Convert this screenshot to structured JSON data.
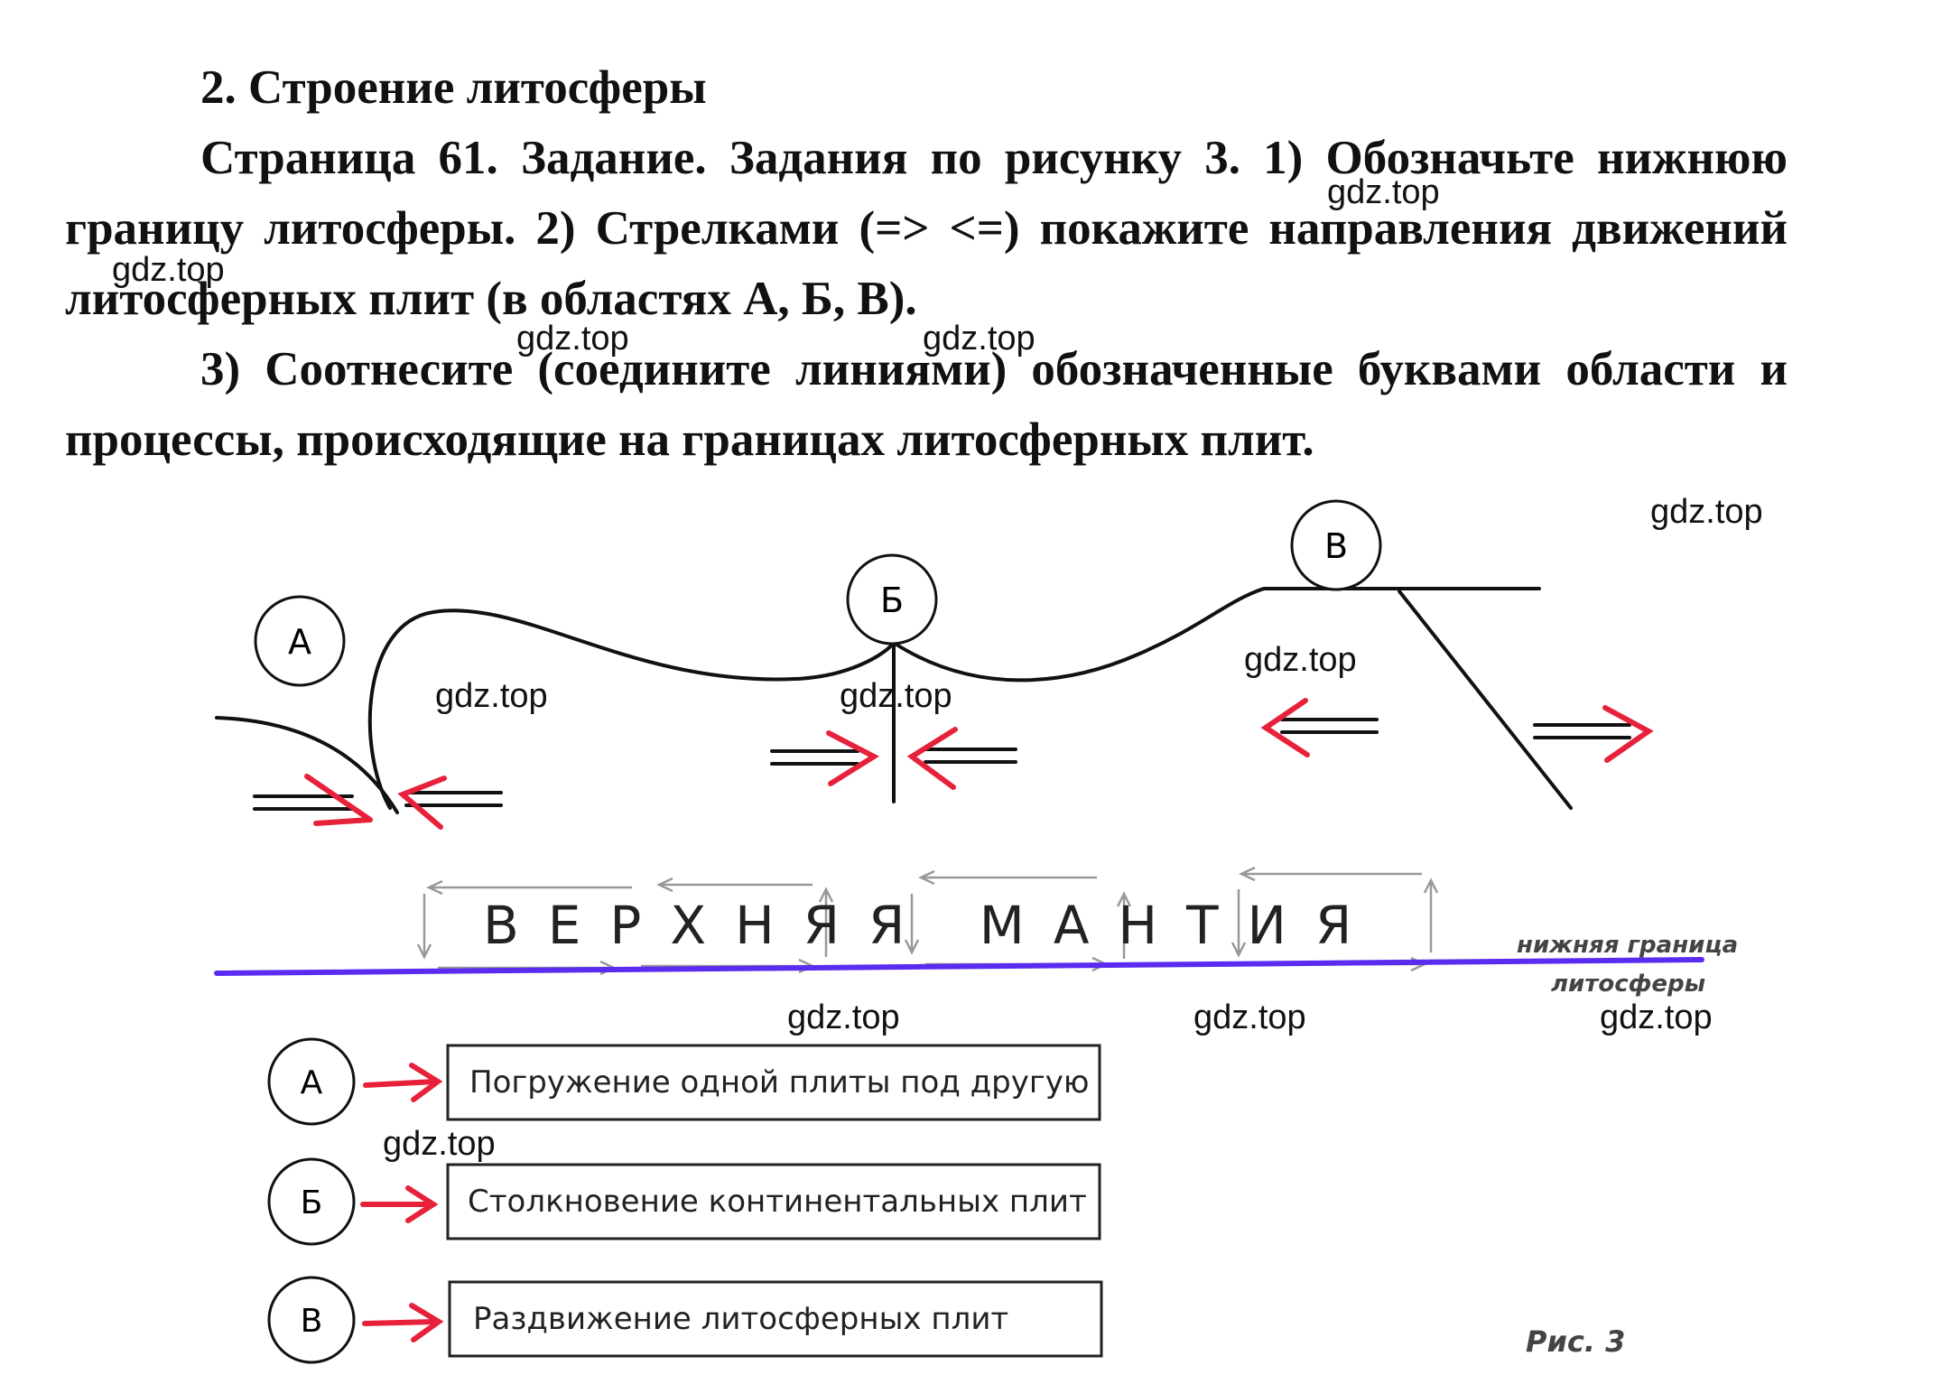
{
  "heading": "2. Строение литосферы",
  "task": {
    "paragraph1": "Страница 61. Задание. Задания по рисунку 3. 1) Обозначьте нижнюю границу литосферы. 2) Стрелками (=> <=) покажите направления движений литосферных плит (в областях А, Б, В).",
    "paragraph2": "3) Соотнесите (соедините линиями) обозначенные буквами области и процессы, происходящие на границах литосферных плит."
  },
  "diagram": {
    "region_labels": [
      "А",
      "Б",
      "В"
    ],
    "mantle_label": "ВЕРХНЯЯ МАНТИЯ",
    "boundary_label_line1": "нижняя граница",
    "boundary_label_line2": "литосферы",
    "figure_caption": "Рис. 3",
    "boundary_color": "#5b2bf0",
    "arrow_color": "#e8213a"
  },
  "matching": [
    {
      "letter": "А",
      "process": "Погружение одной плиты под другую"
    },
    {
      "letter": "Б",
      "process": "Столкновение континентальных плит"
    },
    {
      "letter": "В",
      "process": "Раздвижение литосферных плит"
    }
  ],
  "watermark": "gdz.top"
}
